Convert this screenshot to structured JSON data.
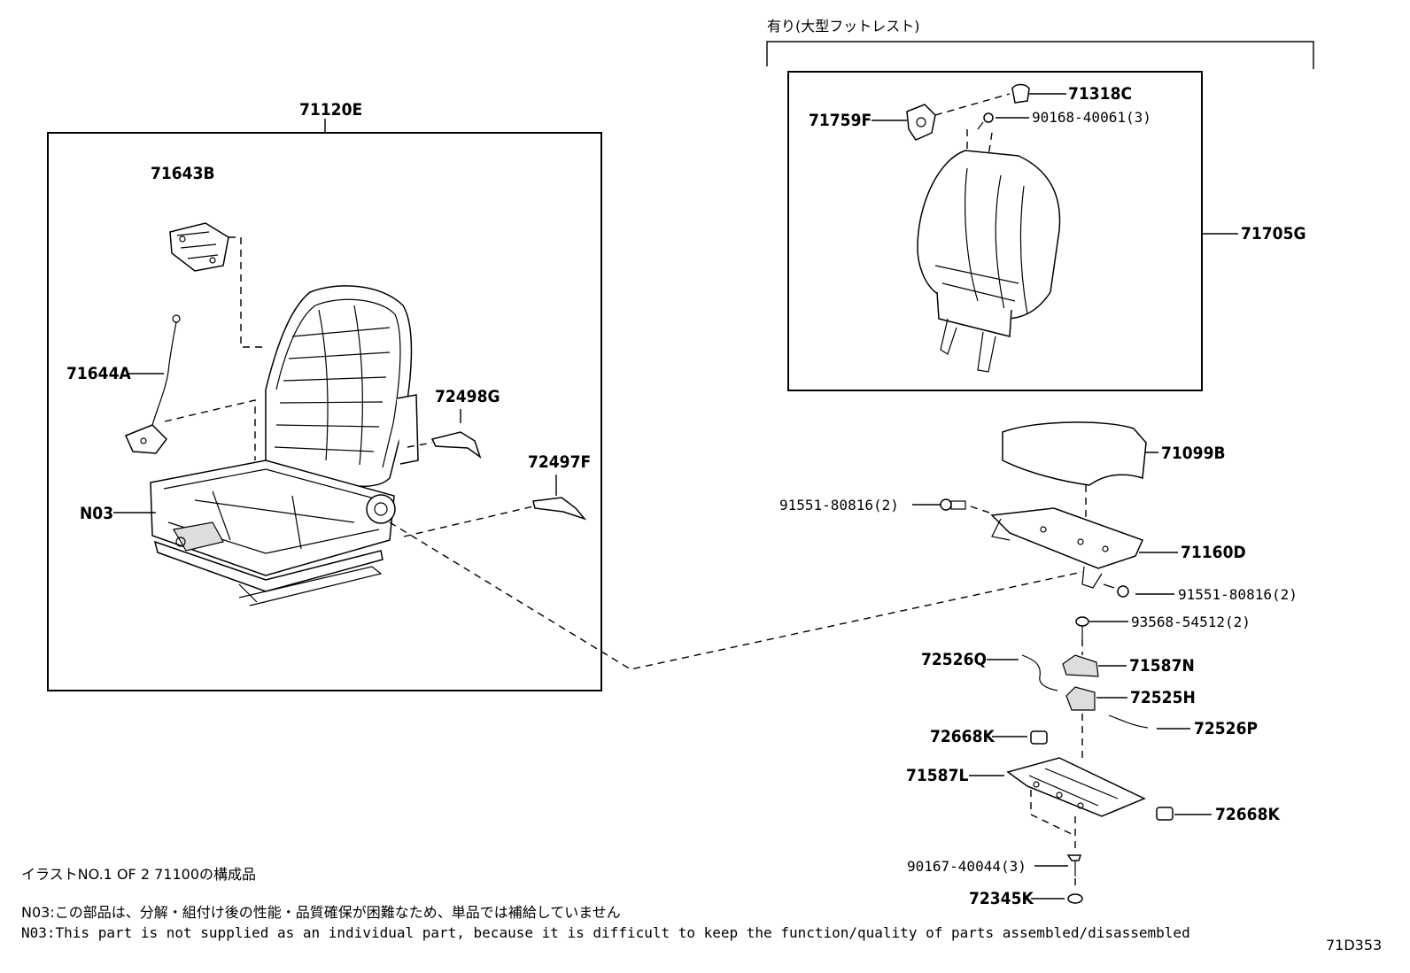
{
  "header": {
    "option_note": "有り(大型フットレスト)"
  },
  "groups": {
    "seat_assembly": "71120E"
  },
  "parts": {
    "p71643B": "71643B",
    "p71644A": "71644A",
    "pN03": "N03",
    "p72498G": "72498G",
    "p72497F": "72497F",
    "p71318C": "71318C",
    "p71759F": "71759F",
    "p90168": "90168-40061(3)",
    "p71705G": "71705G",
    "p71099B": "71099B",
    "p91551_a": "91551-80816(2)",
    "p71160D": "71160D",
    "p91551_b": "91551-80816(2)",
    "p93568": "93568-54512(2)",
    "p72526Q": "72526Q",
    "p71587N": "71587N",
    "p72525H": "72525H",
    "p72526P": "72526P",
    "p72668K_a": "72668K",
    "p71587L": "71587L",
    "p72668K_b": "72668K",
    "p90167": "90167-40044(3)",
    "p72345K": "72345K"
  },
  "footer": {
    "illustration_note": "イラストNO.1 OF 2 71100の構成品",
    "n03_japanese": "N03:この部品は、分解・組付け後の性能・品質確保が困難なため、単品では補給していません",
    "n03_english": "N03:This part is not supplied as an individual part, because it is difficult to keep the function/quality of parts assembled/disassembled",
    "diagram_code": "71D353"
  }
}
